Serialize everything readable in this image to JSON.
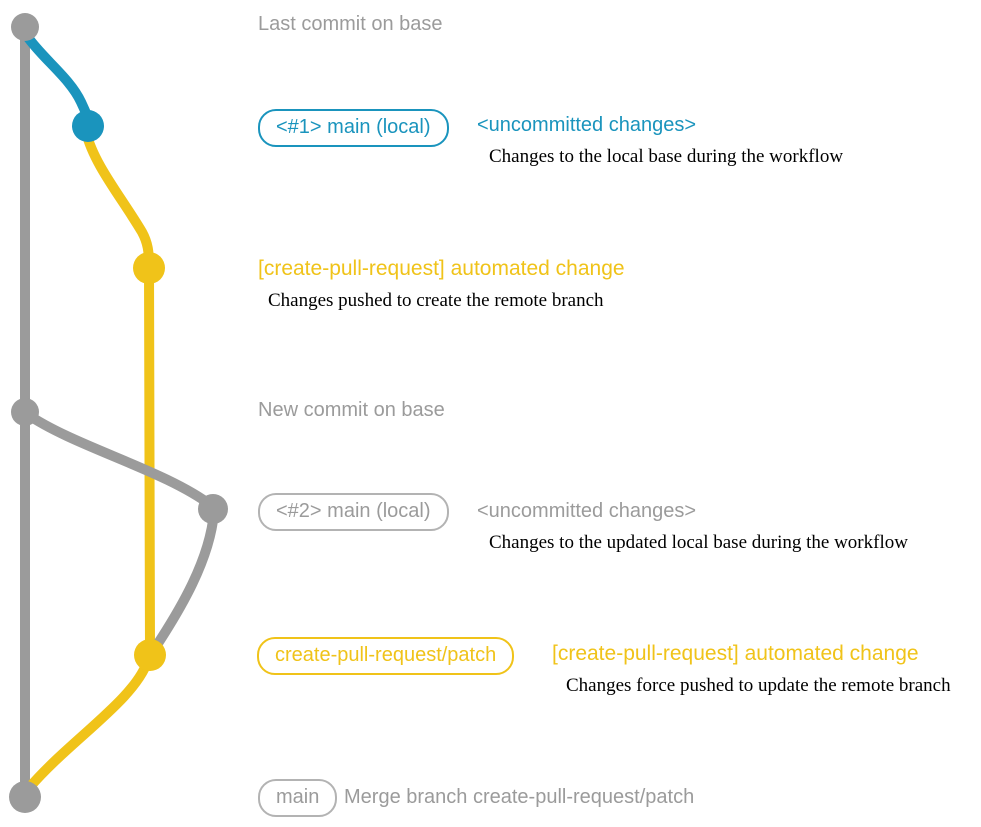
{
  "diagram_title": "git graph of create-pull-request workflow",
  "colors": {
    "base_branch_gray": "#9b9b9b",
    "local_main_blue": "#1a94bd",
    "pull_request_yellow": "#f0c319",
    "description_black": "#000000"
  },
  "graph": {
    "commits": [
      {
        "name": "last-commit-on-base",
        "color": "gray"
      },
      {
        "name": "local-main-1",
        "color": "blue"
      },
      {
        "name": "automated-change-1",
        "color": "yellow"
      },
      {
        "name": "new-commit-on-base",
        "color": "gray"
      },
      {
        "name": "local-main-2",
        "color": "gray"
      },
      {
        "name": "automated-change-2-force-pushed",
        "color": "yellow"
      },
      {
        "name": "merge-commit",
        "color": "gray"
      }
    ]
  },
  "entries": [
    {
      "title": "Last commit on base"
    },
    {
      "badge": "<#1> main (local)",
      "title": "<uncommitted changes>",
      "subtitle": "Changes to the local base during the workflow"
    },
    {
      "title": "[create-pull-request] automated change",
      "subtitle": "Changes pushed to create the remote branch"
    },
    {
      "title": "New commit on base"
    },
    {
      "badge": "<#2> main (local)",
      "title": "<uncommitted changes>",
      "subtitle": "Changes to the updated local base during the workflow"
    },
    {
      "badge": "create-pull-request/patch",
      "title": "[create-pull-request] automated change",
      "subtitle": "Changes force pushed to update the remote branch"
    },
    {
      "badge": "main",
      "title": "Merge branch create-pull-request/patch"
    }
  ]
}
